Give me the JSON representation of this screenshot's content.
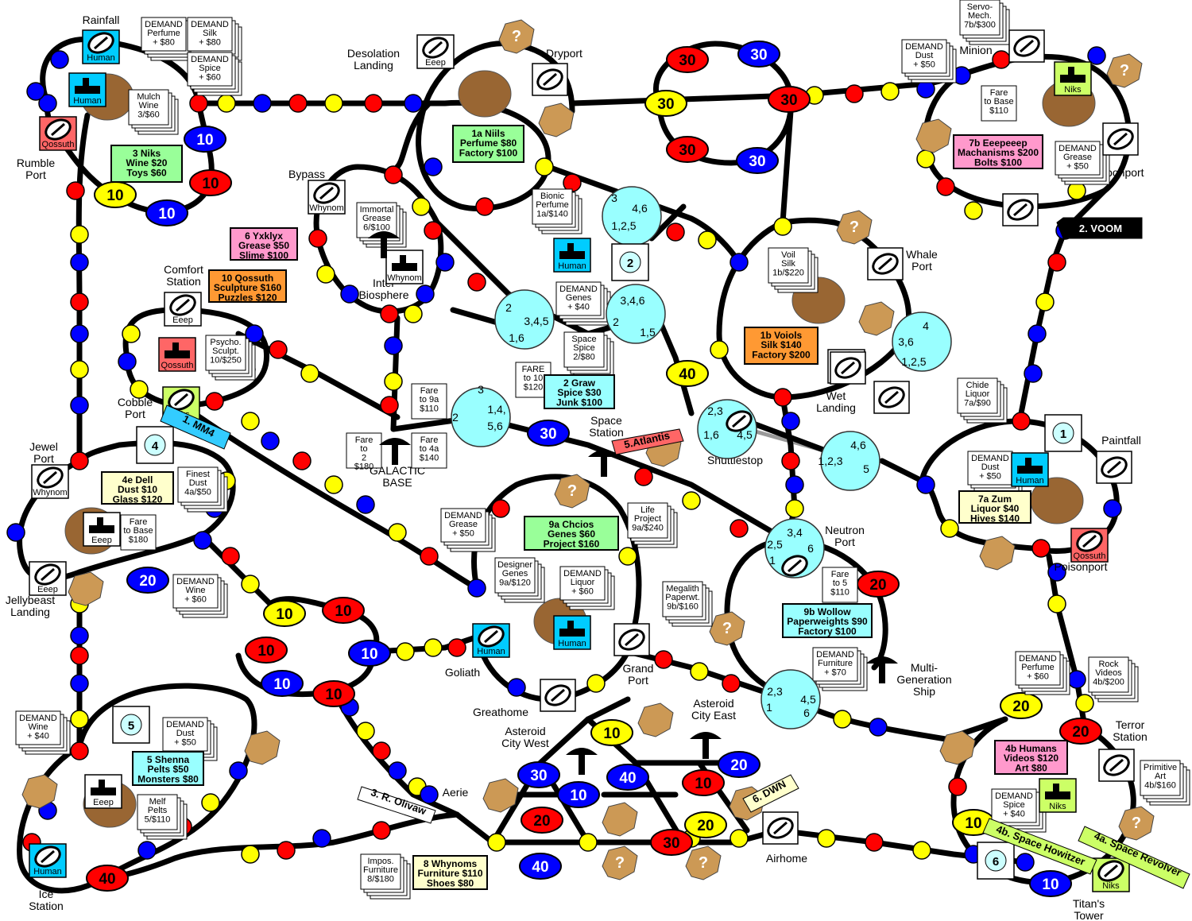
{
  "colors": {
    "route": "#000000",
    "red": "#ff0000",
    "blue": "#0000ff",
    "yellow": "#ffff00",
    "junction": "#99ffff",
    "human": "#00ccff",
    "niks": "#ccff66",
    "qossuth": "#ff6666",
    "factory_green": "#99ff99",
    "factory_pink": "#ff99cc",
    "factory_orange": "#ff9933",
    "factory_cyan": "#99ffff",
    "factory_yellow": "#ffffcc",
    "planet_brown": "#996633",
    "asteroid": "#cc9955",
    "space_lane": "#999999"
  },
  "places": [
    {
      "name": "Rainfall"
    },
    {
      "name": "Rumble\nPort"
    },
    {
      "name": "Desolation\nLanding"
    },
    {
      "name": "Dryport"
    },
    {
      "name": "Minion"
    },
    {
      "name": "Moonport"
    },
    {
      "name": "Bypass"
    },
    {
      "name": "Inter\nBiosphere"
    },
    {
      "name": "Comfort\nStation"
    },
    {
      "name": "Whale\nPort"
    },
    {
      "name": "Cobble\nPort"
    },
    {
      "name": "Wet\nLanding"
    },
    {
      "name": "Space\nStation"
    },
    {
      "name": "Shuttlestop"
    },
    {
      "name": "GALACTIC\nBASE"
    },
    {
      "name": "Paintfall"
    },
    {
      "name": "Jewel\nPort"
    },
    {
      "name": "Neutron\nPort"
    },
    {
      "name": "Jellybeast\nLanding"
    },
    {
      "name": "Poisonport"
    },
    {
      "name": "Goliath"
    },
    {
      "name": "Grand\nPort"
    },
    {
      "name": "Greathome"
    },
    {
      "name": "Multi-\nGeneration\nShip"
    },
    {
      "name": "Asteroid\nCity   West"
    },
    {
      "name": "Asteroid\nCity   East"
    },
    {
      "name": "Terror\nStation"
    },
    {
      "name": "Aerie"
    },
    {
      "name": "Airhome"
    },
    {
      "name": "Ice\nStation"
    },
    {
      "name": "Titan's\nTower"
    }
  ],
  "demand_cards": [
    {
      "lines": [
        "DEMAND",
        "Perfume",
        "+   $80"
      ]
    },
    {
      "lines": [
        "DEMAND",
        "Silk",
        "+   $80"
      ]
    },
    {
      "lines": [
        "DEMAND",
        "Spice",
        "+   $60"
      ]
    },
    {
      "lines": [
        "DEMAND",
        "Dust",
        "+   $50"
      ]
    },
    {
      "lines": [
        "DEMAND",
        "Genes",
        "+   $40"
      ]
    },
    {
      "lines": [
        "DEMAND",
        "Grease",
        "+   $50"
      ]
    },
    {
      "lines": [
        "DEMAND",
        "Grease",
        "+   $50"
      ]
    },
    {
      "lines": [
        "DEMAND",
        "Dust",
        "+   $50"
      ]
    },
    {
      "lines": [
        "DEMAND",
        "Wine",
        "+   $60"
      ]
    },
    {
      "lines": [
        "DEMAND",
        "Liquor",
        "+   $60"
      ]
    },
    {
      "lines": [
        "DEMAND",
        "Furniture",
        "+   $70"
      ]
    },
    {
      "lines": [
        "DEMAND",
        "Perfume",
        "+   $60"
      ]
    },
    {
      "lines": [
        "DEMAND",
        "Wine",
        "+   $40"
      ]
    },
    {
      "lines": [
        "DEMAND",
        "Dust",
        "+   $50"
      ]
    },
    {
      "lines": [
        "DEMAND",
        "Spice",
        "+   $40"
      ]
    }
  ],
  "goods_cards": [
    {
      "lines": [
        "Servo-",
        "Mech.",
        "7b/$300"
      ]
    },
    {
      "lines": [
        "Mulch",
        "Wine",
        "3/$60"
      ]
    },
    {
      "lines": [
        "Immortal",
        "Grease",
        "6/$100"
      ]
    },
    {
      "lines": [
        "Bionic",
        "Perfume",
        "1a/$140"
      ]
    },
    {
      "lines": [
        "Voil",
        "Silk",
        "1b/$220"
      ]
    },
    {
      "lines": [
        "Psycho.",
        "Sculpt.",
        "10/$250"
      ]
    },
    {
      "lines": [
        "Space",
        "Spice",
        "2/$80"
      ]
    },
    {
      "lines": [
        "Chide",
        "Liquor",
        "7a/$90"
      ]
    },
    {
      "lines": [
        "Finest",
        "Dust",
        "4a/$50"
      ]
    },
    {
      "lines": [
        "Life",
        "Project",
        "9a/$240"
      ]
    },
    {
      "lines": [
        "Designer",
        "Genes",
        "9a/$120"
      ]
    },
    {
      "lines": [
        "Megalith",
        "Paperwt.",
        "9b/$160"
      ]
    },
    {
      "lines": [
        "Rock",
        "Videos",
        "4b/$200"
      ]
    },
    {
      "lines": [
        "Primitive",
        "Art",
        "4b/$160"
      ]
    },
    {
      "lines": [
        "Melf",
        "Pelts",
        "5/$110"
      ]
    },
    {
      "lines": [
        "Impos.",
        "Furniture",
        "8/$180"
      ]
    }
  ],
  "fare_cards": [
    {
      "lines": [
        "Fare",
        "to Base",
        "$110"
      ]
    },
    {
      "lines": [
        "Fare",
        "to 9a",
        "$110"
      ]
    },
    {
      "lines": [
        "FARE",
        "to 10",
        "$120"
      ]
    },
    {
      "lines": [
        "Fare",
        "to",
        "2",
        "$180"
      ]
    },
    {
      "lines": [
        "Fare",
        "to 4a",
        "$140"
      ]
    },
    {
      "lines": [
        "Fare",
        "to Base",
        "$180"
      ]
    },
    {
      "lines": [
        "Fare",
        "to 5",
        "$110"
      ]
    }
  ],
  "factories": [
    {
      "lines": [
        "3   Niks",
        "Wine  $20",
        "Toys $60"
      ]
    },
    {
      "lines": [
        "1a    Niils",
        "Perfume   $80",
        "Factory   $100"
      ]
    },
    {
      "lines": [
        "7b  Eeepeeep",
        "Machanisms  $200",
        "Bolts   $100"
      ]
    },
    {
      "lines": [
        "6    Yxklyx",
        "Grease   $50",
        "Slime   $100"
      ]
    },
    {
      "lines": [
        "10    Qossuth",
        "Sculpture  $160",
        "Puzzles   $120"
      ]
    },
    {
      "lines": [
        "1b    Voiols",
        "Silk   $140",
        "Factory   $200"
      ]
    },
    {
      "lines": [
        "2    Graw",
        "Spice   $30",
        "Junk   $100"
      ]
    },
    {
      "lines": [
        "4e    Dell",
        "Dust   $10",
        "Glass   $120"
      ]
    },
    {
      "lines": [
        "9a    Chcios",
        "Genes   $60",
        "Project   $160"
      ]
    },
    {
      "lines": [
        "7a    Zum",
        "Liquor   $40",
        "Hives   $140"
      ]
    },
    {
      "lines": [
        "9b  Wollow",
        "Paperweights  $90",
        "Factory $100"
      ]
    },
    {
      "lines": [
        "5  Shenna",
        "Pelts  $50",
        "Monsters $80"
      ]
    },
    {
      "lines": [
        "4b    Humans",
        "Videos  $120",
        "Art    $80"
      ]
    },
    {
      "lines": [
        "8    Whynoms",
        "Furniture   $110",
        "Shoes   $80"
      ]
    }
  ],
  "owners": [
    {
      "label": "Human"
    },
    {
      "label": "Human"
    },
    {
      "label": "Qossuth"
    },
    {
      "label": "Eeep"
    },
    {
      "label": "Niks"
    },
    {
      "label": "Whynom"
    },
    {
      "label": "Whynom"
    },
    {
      "label": "Human"
    },
    {
      "label": "Eeep"
    },
    {
      "label": "Qossuth"
    },
    {
      "label": "Niks"
    },
    {
      "label": "Whynom"
    },
    {
      "label": "Eeep"
    },
    {
      "label": "Eeep"
    },
    {
      "label": "Human"
    },
    {
      "label": "Qossuth"
    },
    {
      "label": "Human"
    },
    {
      "label": "Human"
    },
    {
      "label": "Eeep"
    },
    {
      "label": "Human"
    },
    {
      "label": "Eeep"
    },
    {
      "label": "Niks"
    },
    {
      "label": "Niks"
    }
  ],
  "ovals": [
    {
      "label": "10"
    },
    {
      "label": "10"
    },
    {
      "label": "10"
    },
    {
      "label": "10"
    },
    {
      "label": "30"
    },
    {
      "label": "30"
    },
    {
      "label": "30"
    },
    {
      "label": "30"
    },
    {
      "label": "30"
    },
    {
      "label": "30"
    },
    {
      "label": "40"
    },
    {
      "label": "30"
    },
    {
      "label": "20"
    },
    {
      "label": "10"
    },
    {
      "label": "10"
    },
    {
      "label": "10"
    },
    {
      "label": "10"
    },
    {
      "label": "10"
    },
    {
      "label": "10"
    },
    {
      "label": "20"
    },
    {
      "label": "20"
    },
    {
      "label": "20"
    },
    {
      "label": "40"
    },
    {
      "label": "10"
    },
    {
      "label": "30"
    },
    {
      "label": "40"
    },
    {
      "label": "10"
    },
    {
      "label": "20"
    },
    {
      "label": "10"
    },
    {
      "label": "20"
    },
    {
      "label": "40"
    },
    {
      "label": "30"
    },
    {
      "label": "20"
    },
    {
      "label": "10"
    },
    {
      "label": "10"
    }
  ],
  "junctions": [
    {
      "labels": [
        "3",
        "4,6",
        "1,2,5"
      ]
    },
    {
      "labels": [
        "3,4,6",
        "2",
        "1,5"
      ]
    },
    {
      "labels": [
        "2",
        "3,4,5",
        "1,6"
      ]
    },
    {
      "labels": [
        "3",
        "2",
        "1,4,",
        "5,6"
      ]
    },
    {
      "labels": [
        "2,3",
        "1,6",
        "4,5"
      ]
    },
    {
      "labels": [
        "4",
        "3,6",
        "1,2,5"
      ]
    },
    {
      "labels": [
        "4,6",
        "1,2,3",
        "5"
      ]
    },
    {
      "labels": [
        "3,4",
        "2,5",
        "6",
        "1"
      ]
    },
    {
      "labels": [
        "2,3",
        "1",
        "4,5",
        "6"
      ]
    }
  ],
  "dice": [
    {
      "label": "2"
    },
    {
      "label": "1"
    },
    {
      "label": "4"
    },
    {
      "label": "5"
    },
    {
      "label": "6"
    }
  ],
  "tags": [
    {
      "label": "2. VOOM"
    },
    {
      "label": "1. MM4"
    },
    {
      "label": "5.Atlantis"
    },
    {
      "label": "3. R. Olivaw"
    },
    {
      "label": "6. DWN"
    },
    {
      "label": "4b. Space Howitzer"
    },
    {
      "label": "4a. Space Revolver"
    }
  ]
}
